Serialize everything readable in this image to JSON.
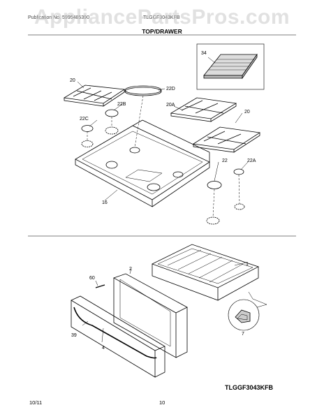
{
  "watermark": "AppliancePartsPros.com",
  "header": {
    "left_text": "Publication No. 5995485390",
    "right_text": "TLGGF3043KFB"
  },
  "title": "TOP/DRAWER",
  "callouts": {
    "c34": "34",
    "c20a": "20",
    "c22d": "22D",
    "c22b": "22B",
    "c20ab": "20A",
    "c20b": "20",
    "c22c": "22C",
    "c22": "22",
    "c22a": "22A",
    "c16": "16",
    "c1": "1",
    "c2": "2",
    "c60": "60",
    "c39": "39",
    "c4": "4",
    "c7": "7"
  },
  "model_number": "TLGGF3043KFB",
  "footer": {
    "date": "10/11",
    "page": "10"
  },
  "colors": {
    "line": "#000000",
    "paper": "#ffffff",
    "watermark": "#c8c8c8"
  }
}
